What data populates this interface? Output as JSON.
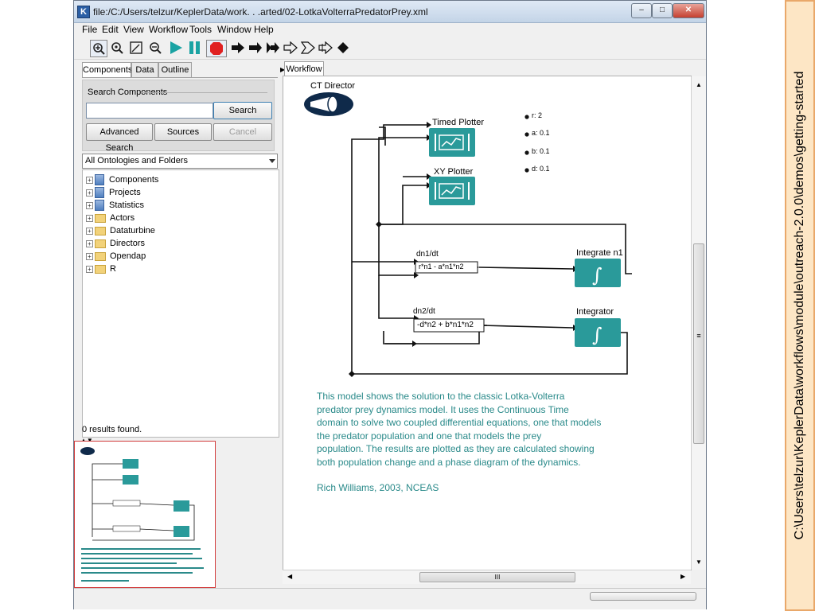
{
  "window": {
    "title": "file:/C:/Users/telzur/KeplerData/work. . .arted/02-LotkaVolterraPredatorPrey.xml",
    "app_icon_letter": "K"
  },
  "menubar": [
    {
      "label": "File"
    },
    {
      "label": "Edit"
    },
    {
      "label": "View"
    },
    {
      "label": "Workflow"
    },
    {
      "label": "Tools"
    },
    {
      "label": "Window"
    },
    {
      "label": "Help"
    }
  ],
  "left_panel": {
    "tabs": [
      "Components",
      "Data",
      "Outline"
    ],
    "search_group_label": "Search Components",
    "search_input_value": "",
    "search_button": "Search",
    "advanced_search_button": "Advanced Search",
    "sources_button": "Sources",
    "cancel_button": "Cancel",
    "ontology_select": "All Ontologies and Folders",
    "tree_items": [
      {
        "label": "Components",
        "icon": "database-icon"
      },
      {
        "label": "Projects",
        "icon": "database-icon"
      },
      {
        "label": "Statistics",
        "icon": "database-icon"
      },
      {
        "label": "Actors",
        "icon": "folder-icon"
      },
      {
        "label": "Dataturbine",
        "icon": "folder-icon"
      },
      {
        "label": "Directors",
        "icon": "folder-icon"
      },
      {
        "label": "Opendap",
        "icon": "folder-icon"
      },
      {
        "label": "R",
        "icon": "folder-icon"
      }
    ],
    "results_text": "0 results found."
  },
  "workflow": {
    "tab_label": "Workflow",
    "director": "CT Director",
    "params": [
      {
        "name": "r",
        "value": "2"
      },
      {
        "name": "a",
        "value": "0.1"
      },
      {
        "name": "b",
        "value": "0.1"
      },
      {
        "name": "d",
        "value": "0.1"
      }
    ],
    "timed_plotter": "Timed Plotter",
    "xy_plotter": "XY Plotter",
    "expr1_label": "dn1/dt",
    "expr1_formula": "r*n1 - a*n1*n2",
    "expr2_label": "dn2/dt",
    "expr2_formula": "-d*n2 + b*n1*n2",
    "integrator1": "Integrate n1",
    "integrator2": "Integrator",
    "description": "This model shows the solution to the classic Lotka-Volterra predator prey dynamics model.  It uses the Continuous Time domain to solve two coupled differential equations, one that models the predator population and one that models the prey population.  The results are plotted as they are calculated showing both population change and a phase diagram of the dynamics.",
    "description_lines": [
      "This model shows the solution to the classic Lotka-Volterra",
      "predator prey dynamics model.  It uses the Continuous Time",
      "domain to solve two coupled differential equations, one that models",
      "the predator population and one that models the prey",
      "population.  The results are plotted as they are calculated showing",
      "both population change and a phase diagram of the dynamics."
    ],
    "author": "Rich Williams, 2003, NCEAS",
    "hscroll_grip": "III",
    "vscroll_grip": "≡"
  },
  "side_path": "C:\\Users\\telzur\\KeplerData\\workflows\\module\\outreach-2.0.0\\demos\\getting-started",
  "colors": {
    "teal_actor": "#2a9a9a",
    "director_navy": "#0f2a4a",
    "description_text": "#2a8a8a",
    "run_green": "#1aa3a3",
    "stop_red": "#e02020",
    "side_panel_bg": "#fde6c5"
  }
}
